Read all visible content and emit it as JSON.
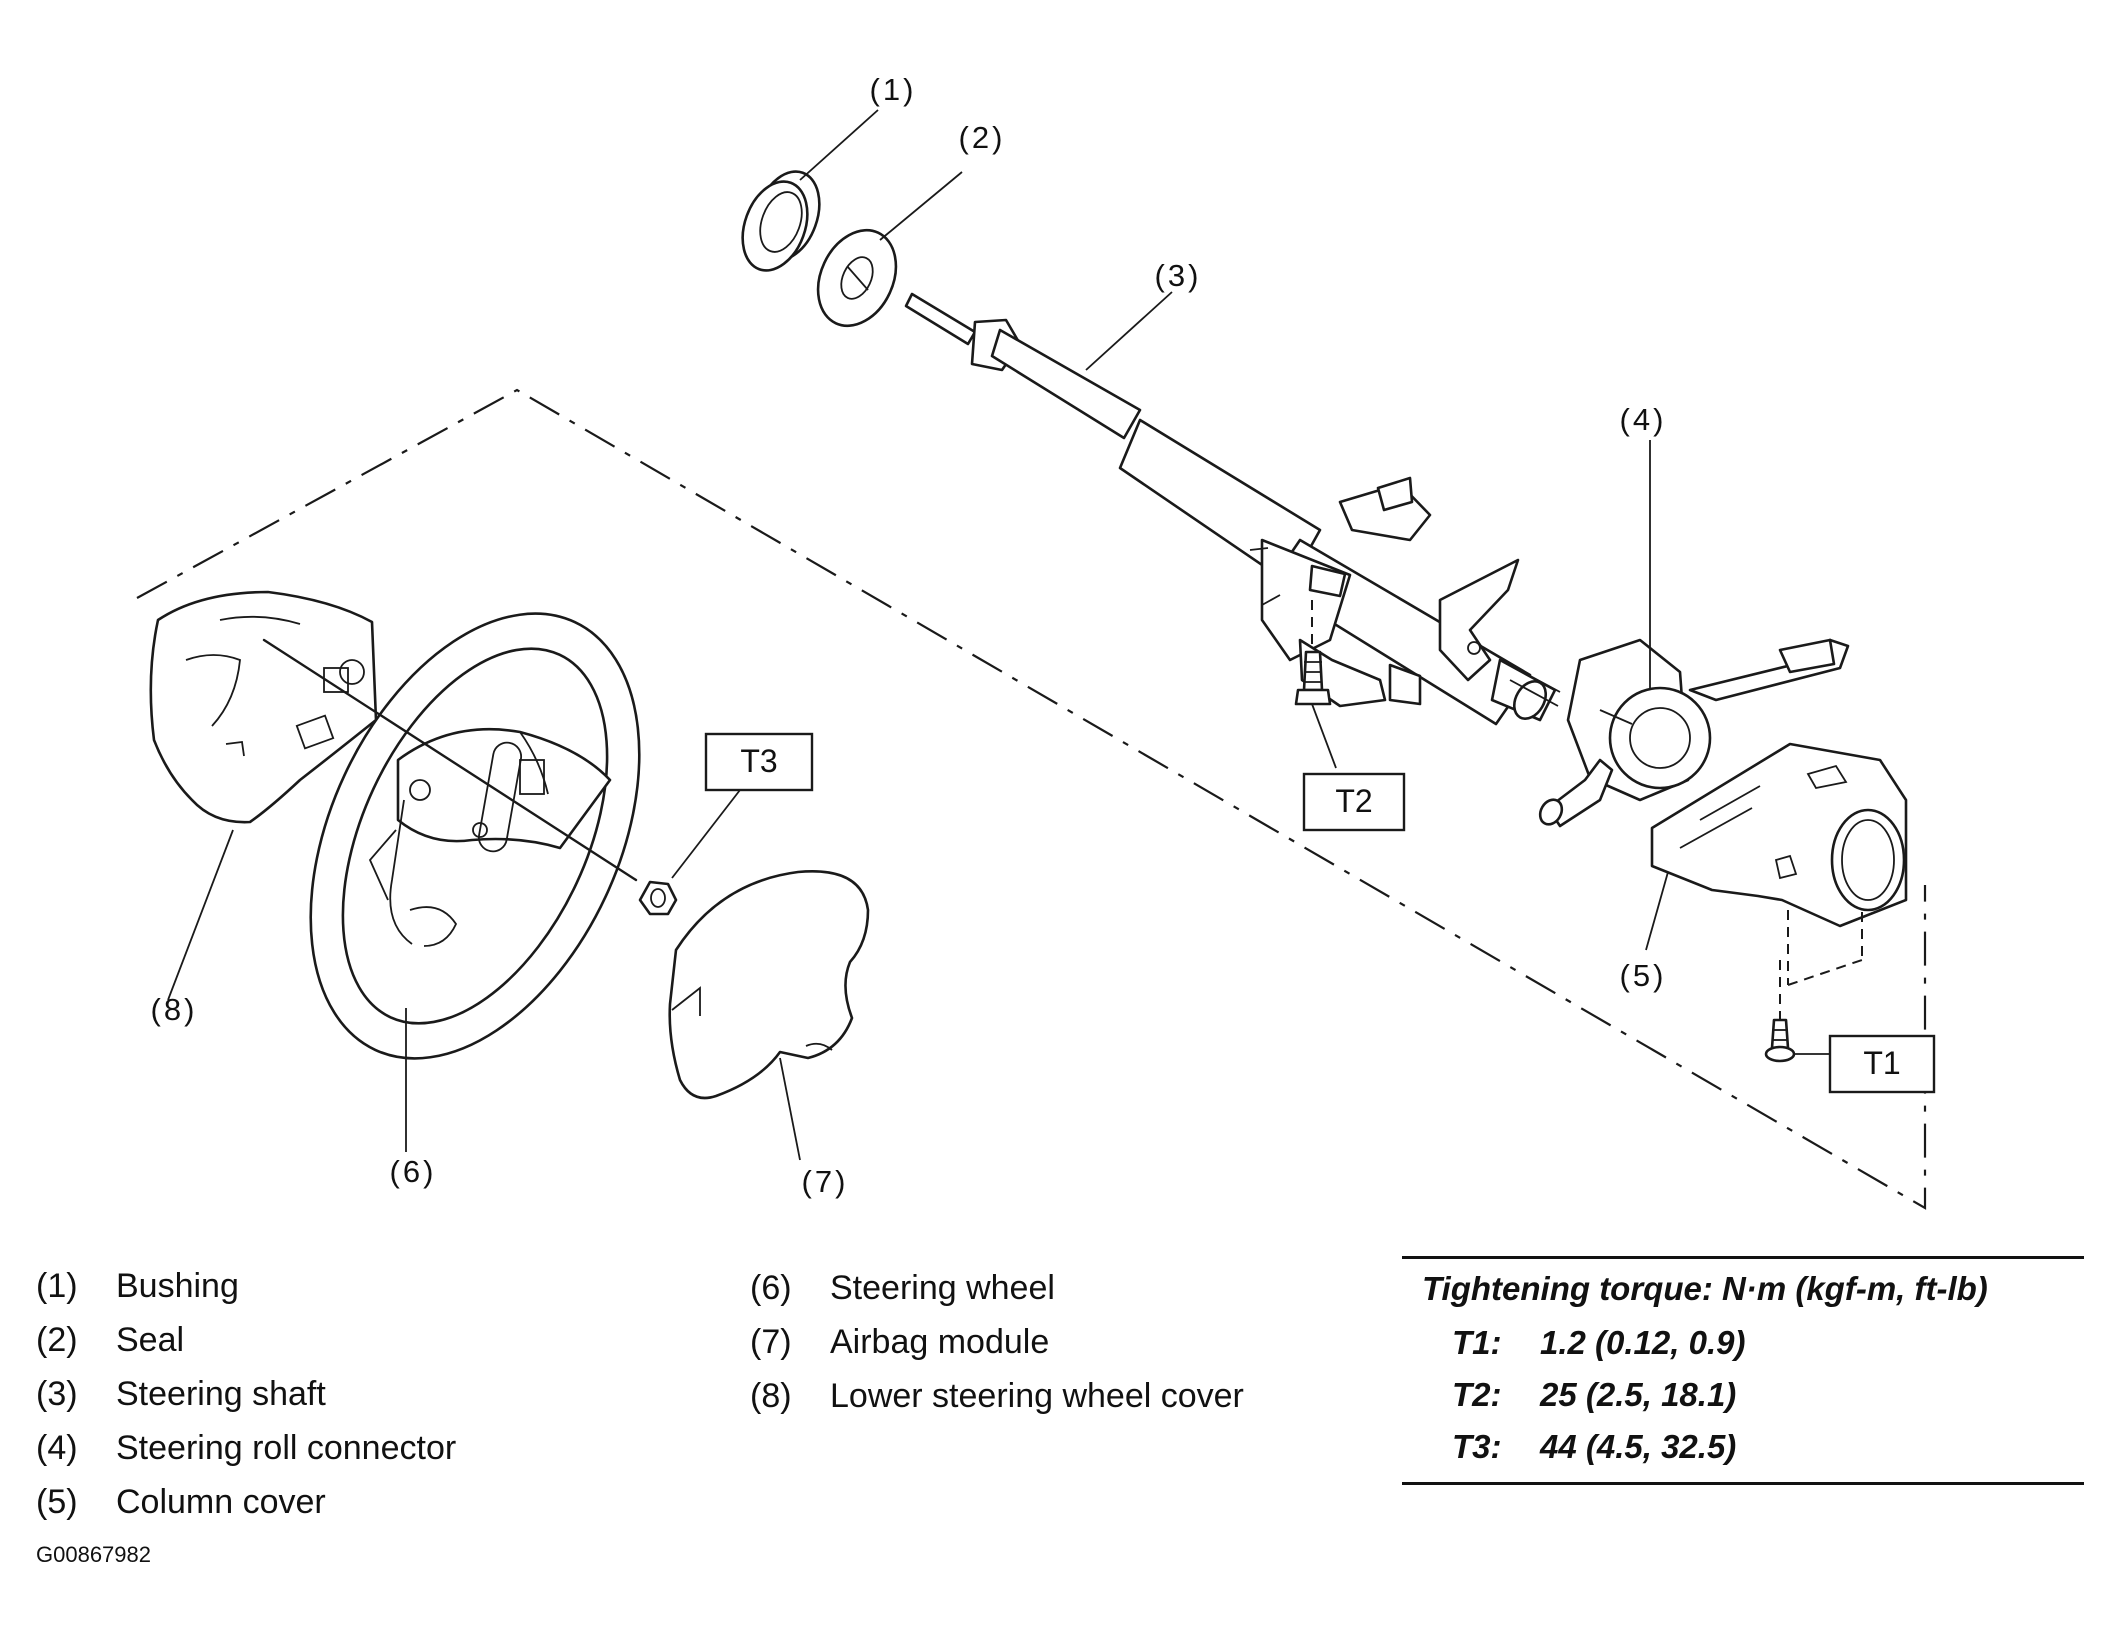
{
  "callouts": [
    "(1)",
    "(2)",
    "(3)",
    "(4)",
    "(5)",
    "(6)",
    "(7)",
    "(8)"
  ],
  "torque_boxes": [
    "T1",
    "T2",
    "T3"
  ],
  "legend_left": [
    {
      "num": "(1)",
      "label": "Bushing"
    },
    {
      "num": "(2)",
      "label": "Seal"
    },
    {
      "num": "(3)",
      "label": "Steering shaft"
    },
    {
      "num": "(4)",
      "label": "Steering roll connector"
    },
    {
      "num": "(5)",
      "label": "Column cover"
    }
  ],
  "legend_right": [
    {
      "num": "(6)",
      "label": "Steering wheel"
    },
    {
      "num": "(7)",
      "label": "Airbag module"
    },
    {
      "num": "(8)",
      "label": "Lower steering wheel cover"
    }
  ],
  "torque": {
    "title": "Tightening torque: N·m (kgf-m, ft-lb)",
    "rows": [
      {
        "key": "T1:",
        "value": "1.2 (0.12, 0.9)"
      },
      {
        "key": "T2:",
        "value": "25 (2.5, 18.1)"
      },
      {
        "key": "T3:",
        "value": "44 (4.5, 32.5)"
      }
    ]
  },
  "figure_code": "G00867982"
}
